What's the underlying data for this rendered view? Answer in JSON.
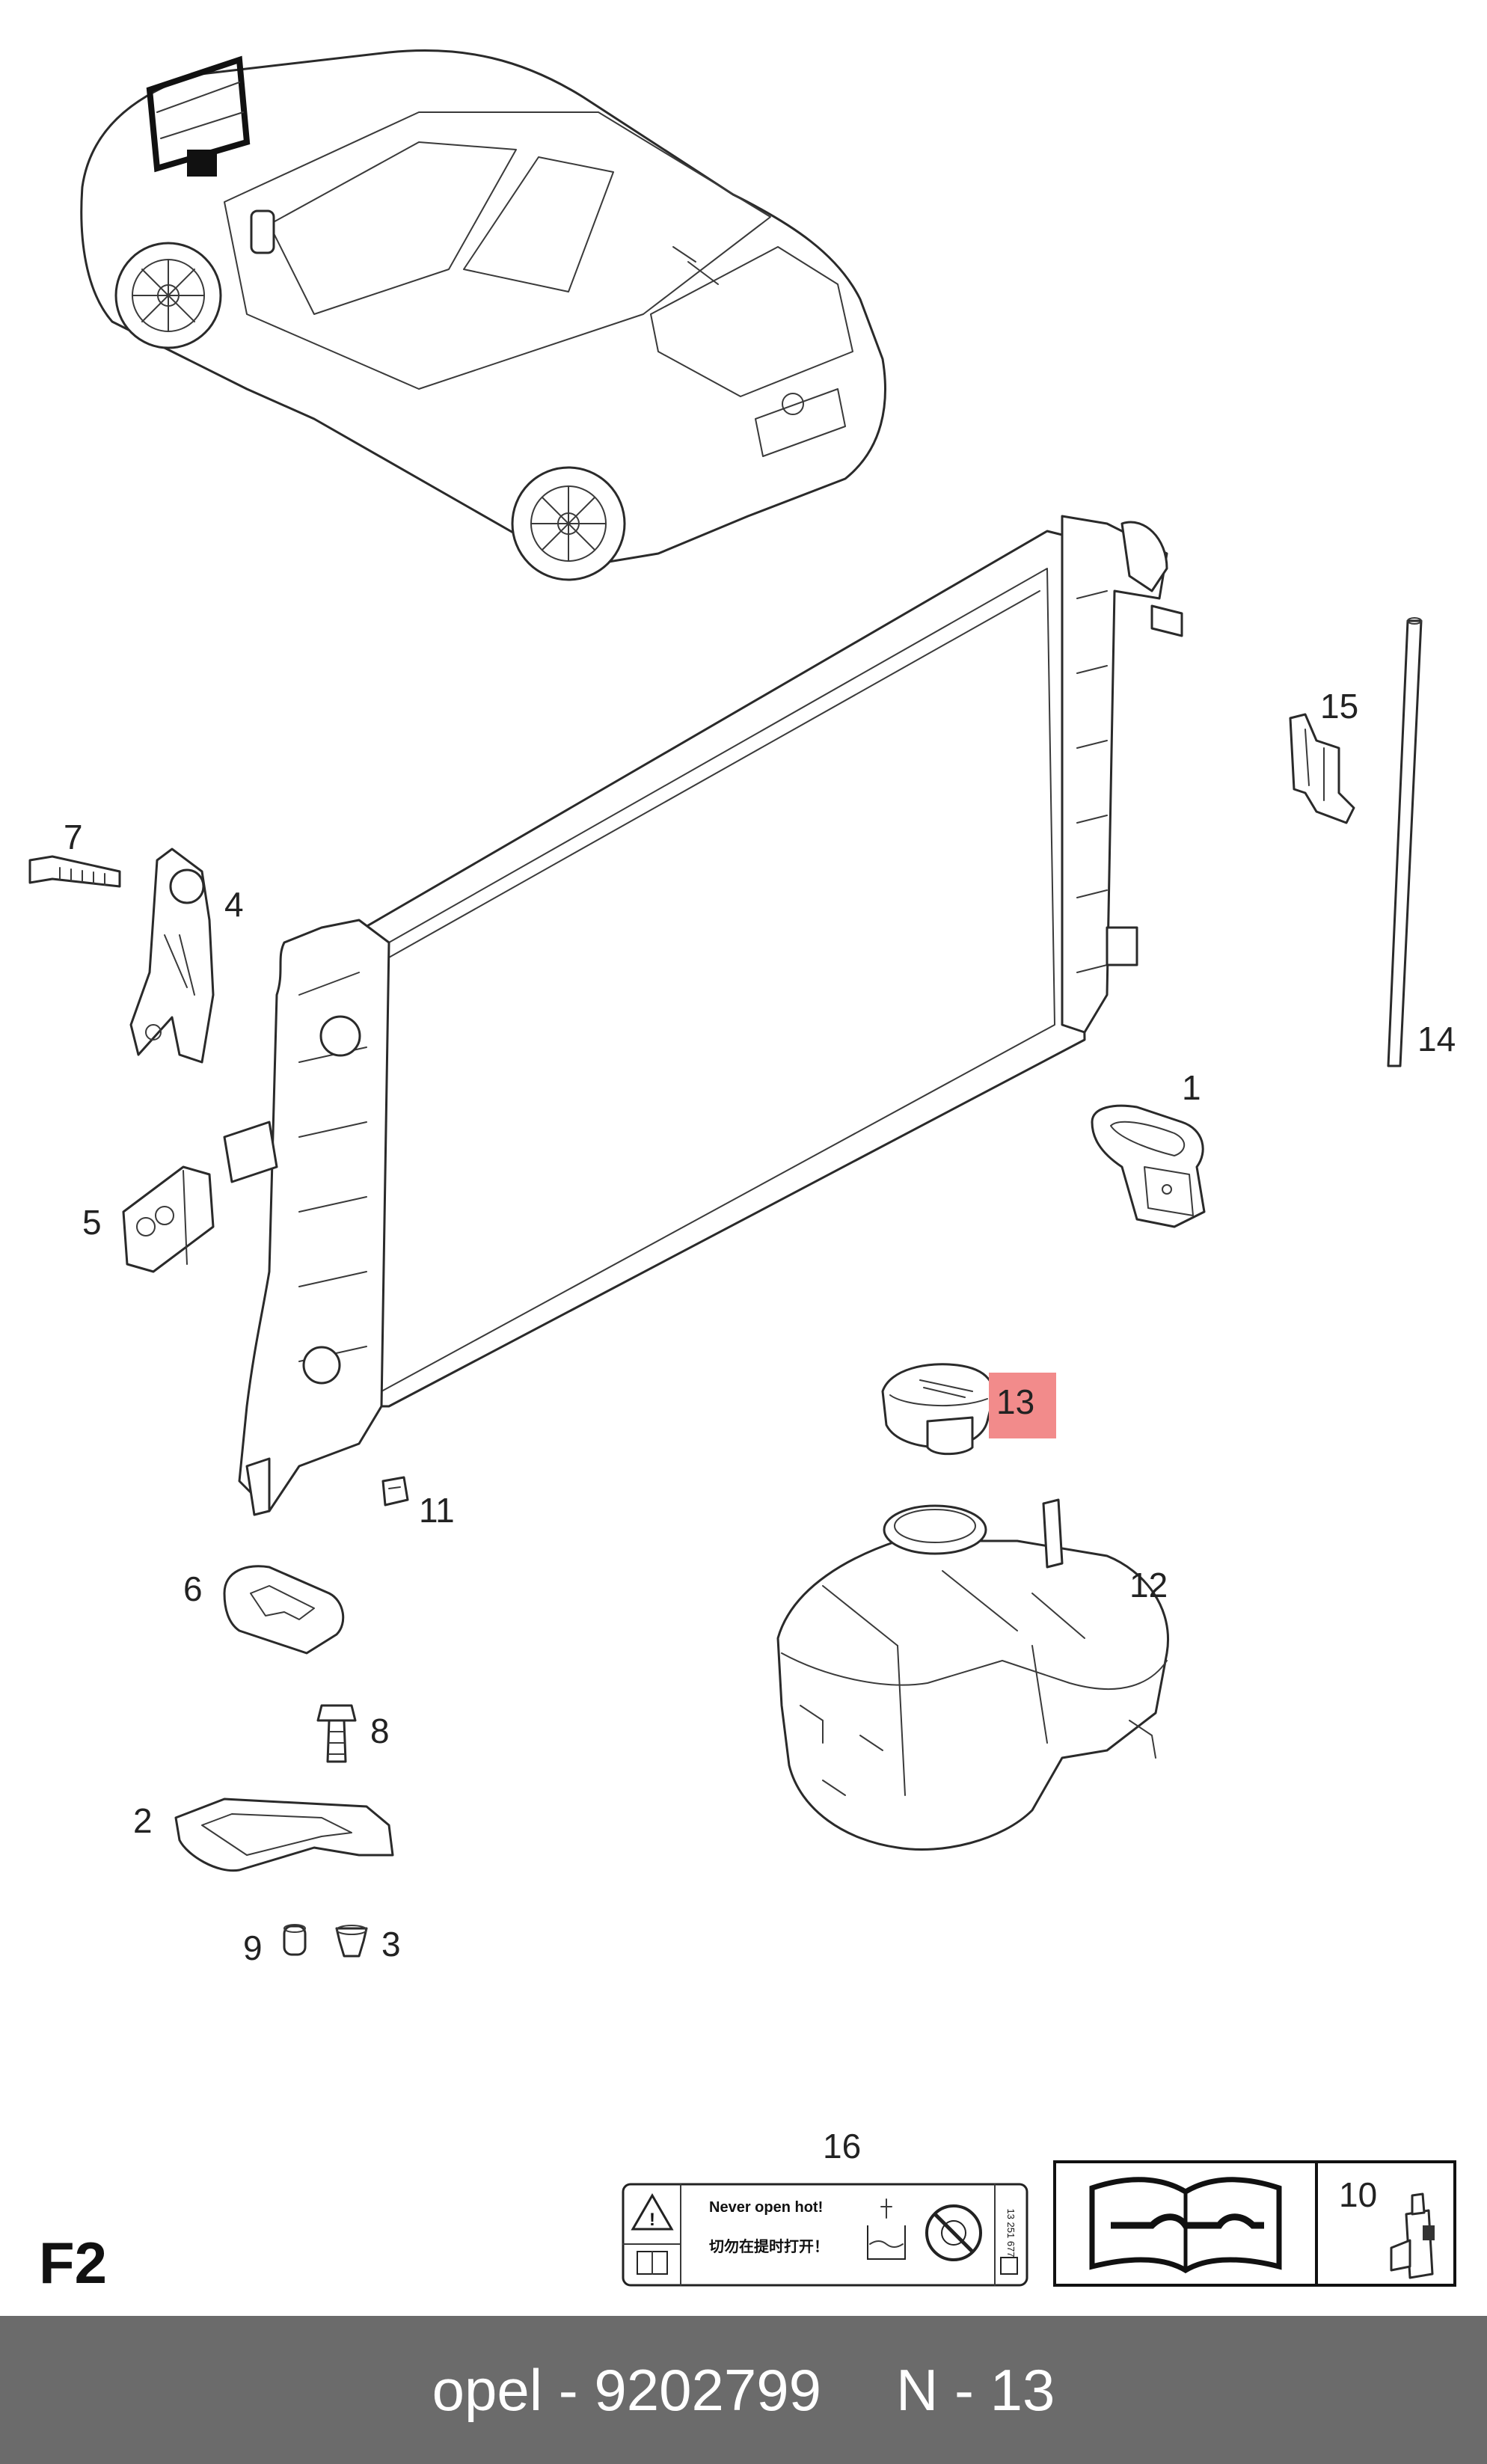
{
  "diagram": {
    "callouts": [
      {
        "id": "c1",
        "text": "1"
      },
      {
        "id": "c2",
        "text": "2"
      },
      {
        "id": "c3",
        "text": "3"
      },
      {
        "id": "c4",
        "text": "4"
      },
      {
        "id": "c5",
        "text": "5"
      },
      {
        "id": "c6",
        "text": "6"
      },
      {
        "id": "c7",
        "text": "7"
      },
      {
        "id": "c8",
        "text": "8"
      },
      {
        "id": "c9",
        "text": "9"
      },
      {
        "id": "c10",
        "text": "10"
      },
      {
        "id": "c11",
        "text": "11"
      },
      {
        "id": "c12",
        "text": "12"
      },
      {
        "id": "c13",
        "text": "13",
        "highlighted": true
      },
      {
        "id": "c14",
        "text": "14"
      },
      {
        "id": "c15",
        "text": "15"
      },
      {
        "id": "c16",
        "text": "16"
      }
    ],
    "highlight_color": "#f28b8b",
    "warning_label": {
      "line1": "Never open hot!",
      "line2": "切勿在提时打开！",
      "part_no": "13 251 677"
    },
    "icons": [
      "warning-triangle-icon",
      "manual-book-icon",
      "hot-coolant-icon",
      "no-open-icon",
      "service-manual-wrench-icon",
      "sealant-bottle-icon"
    ]
  },
  "section_code": "F2",
  "footer": {
    "brand_part": "opel - 9202799",
    "ref": "N - 13",
    "background": "#6b6b6b"
  }
}
